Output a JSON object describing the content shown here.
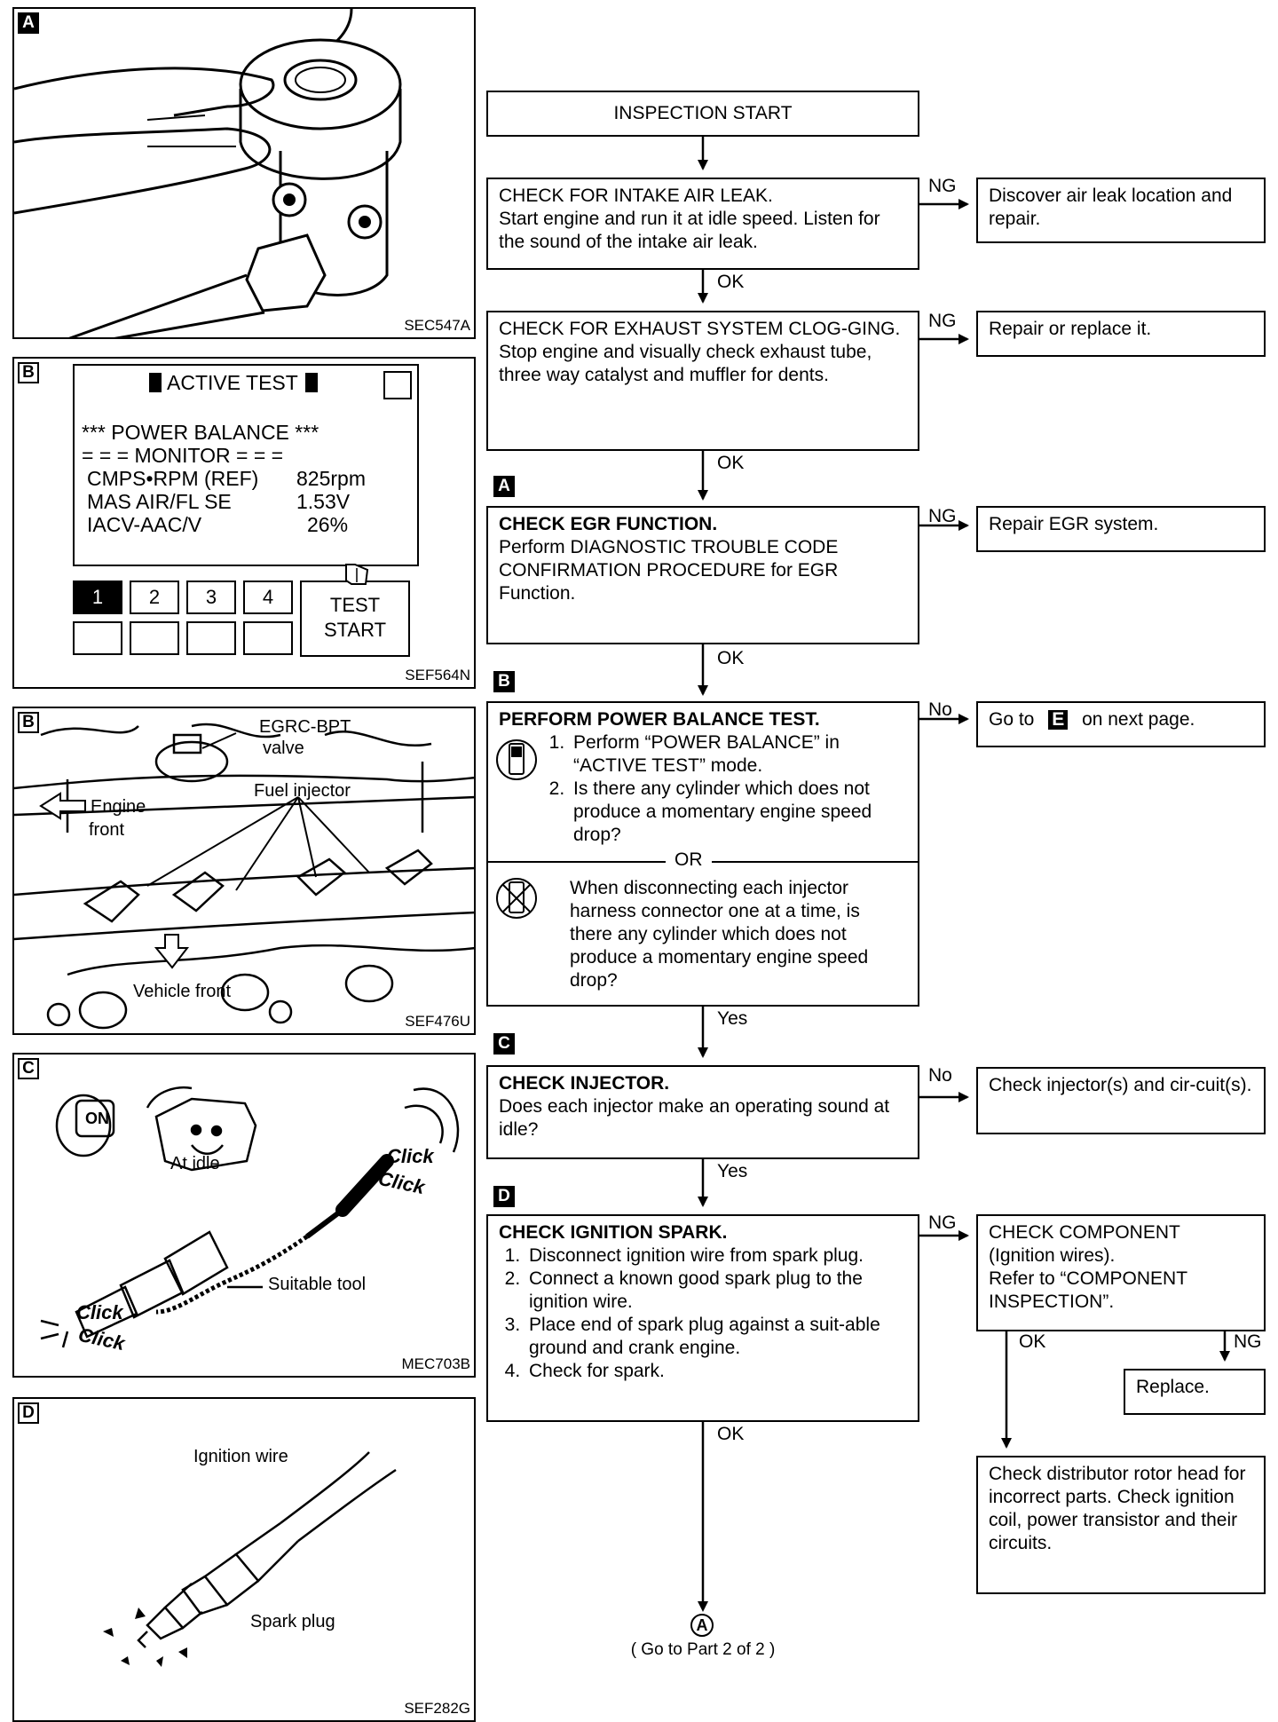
{
  "panels": {
    "a": {
      "letter": "A",
      "code": "SEC547A"
    },
    "b1": {
      "letter": "B",
      "code": "SEF564N",
      "screen_title": "ACTIVE TEST",
      "heading": "*** POWER BALANCE ***",
      "monitor": "= = = MONITOR = = =",
      "rows": [
        {
          "name": "CMPS•RPM (REF)",
          "value": "825rpm"
        },
        {
          "name": "MAS AIR/FL SE",
          "value": "1.53V"
        },
        {
          "name": "IACV-AAC/V",
          "value": "26%"
        }
      ],
      "keys": [
        "1",
        "2",
        "3",
        "4"
      ],
      "test_start": [
        "TEST",
        "START"
      ]
    },
    "b2": {
      "letter": "B",
      "code": "SEF476U",
      "labels": {
        "egrc": "EGRC-BPT",
        "valve": "valve",
        "fuel": "Fuel injector",
        "engine": "Engine",
        "front": "front",
        "vehicle": "Vehicle front"
      }
    },
    "c": {
      "letter": "C",
      "code": "MEC703B",
      "labels": {
        "on": "ON",
        "idle": "At idle",
        "click1": "Click",
        "click2": "Click",
        "click3": "Click",
        "click4": "Click",
        "tool": "Suitable tool"
      }
    },
    "d": {
      "letter": "D",
      "code": "SEF282G",
      "labels": {
        "wire": "Ignition wire",
        "plug": "Spark plug"
      }
    }
  },
  "flow": {
    "start": "INSPECTION START",
    "intake": {
      "title": "CHECK FOR INTAKE AIR LEAK.",
      "body": "Start engine and run it at idle speed. Listen for the sound of the intake air leak.",
      "ng_label": "NG",
      "ng_box": "Discover air leak location and repair.",
      "ok_label": "OK"
    },
    "exhaust": {
      "title": "CHECK FOR EXHAUST SYSTEM CLOG-GING.",
      "body": "Stop engine and visually check exhaust tube, three way catalyst and muffler for dents.",
      "ng_label": "NG",
      "ng_box": "Repair or replace it.",
      "ok_label": "OK"
    },
    "egr": {
      "step": "A",
      "title": "CHECK EGR FUNCTION.",
      "body": "Perform DIAGNOSTIC TROUBLE CODE CONFIRMATION PROCEDURE for EGR Function.",
      "ng_label": "NG",
      "ng_box": "Repair EGR system.",
      "ok_label": "OK"
    },
    "power": {
      "step": "B",
      "title": "PERFORM POWER BALANCE TEST.",
      "items": [
        "Perform “POWER BALANCE” in “ACTIVE TEST” mode.",
        "Is there any cylinder which does not produce a momentary engine speed drop?"
      ],
      "or": "OR",
      "alt": "When disconnecting each injector harness connector one at a time, is there any cylinder which does not produce a momentary engine speed drop?",
      "no_label": "No",
      "no_box_pre": "Go to",
      "no_box_letter": "E",
      "no_box_post": "on next page.",
      "yes_label": "Yes"
    },
    "injector": {
      "step": "C",
      "title": "CHECK INJECTOR.",
      "body": "Does each injector make an operating sound at idle?",
      "no_label": "No",
      "no_box": "Check injector(s) and cir-cuit(s).",
      "yes_label": "Yes"
    },
    "spark": {
      "step": "D",
      "title": "CHECK IGNITION SPARK.",
      "items": [
        "Disconnect ignition wire from spark plug.",
        "Connect a known good spark plug to the ignition wire.",
        "Place end of spark plug against a suit-able ground and crank engine.",
        "Check for spark."
      ],
      "ng_label": "NG",
      "ok_label": "OK",
      "component": {
        "lines": [
          "CHECK COMPONENT",
          "(Ignition wires).",
          "Refer to “COMPONENT INSPECTION”."
        ],
        "ok_label": "OK",
        "ng_label": "NG",
        "replace": "Replace.",
        "rotor": "Check distributor rotor head for incorrect parts. Check ignition coil, power transistor and their circuits."
      }
    },
    "connector": {
      "letter": "A",
      "note": "( Go to Part 2 of 2 )"
    }
  }
}
